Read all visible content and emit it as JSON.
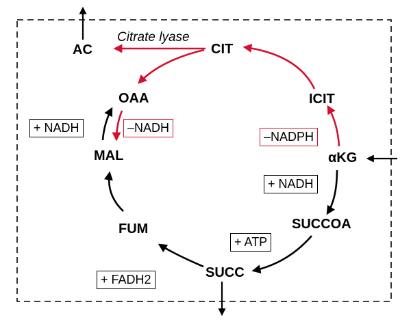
{
  "metabolites": {
    "ac": "AC",
    "cit": "CIT",
    "oaa": "OAA",
    "icit": "ICIT",
    "mal": "MAL",
    "akg": "αKG",
    "succoa": "SUCCOA",
    "fum": "FUM",
    "succ": "SUCC"
  },
  "enzyme_label": "Citrate lyase",
  "cofactors": {
    "mal_to_oaa": "+ NADH",
    "oaa_to_mal": "–NADH",
    "icit_to_akg": "–NADPH",
    "akg_to_succoa": "+ NADH",
    "succoa_to_succ": "+ ATP",
    "succ_to_fum": "+ FADH2"
  },
  "colors": {
    "forward_arrow": "#000000",
    "reverse_arrow": "#d4102e",
    "boundary": "#000000"
  }
}
